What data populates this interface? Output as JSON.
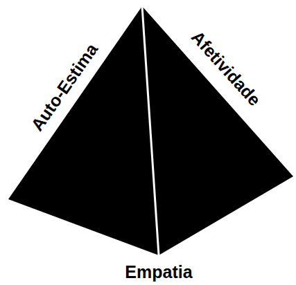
{
  "diagram": {
    "labels": [
      "Auto-Estima",
      "Afetividade",
      "Empatia"
    ]
  }
}
